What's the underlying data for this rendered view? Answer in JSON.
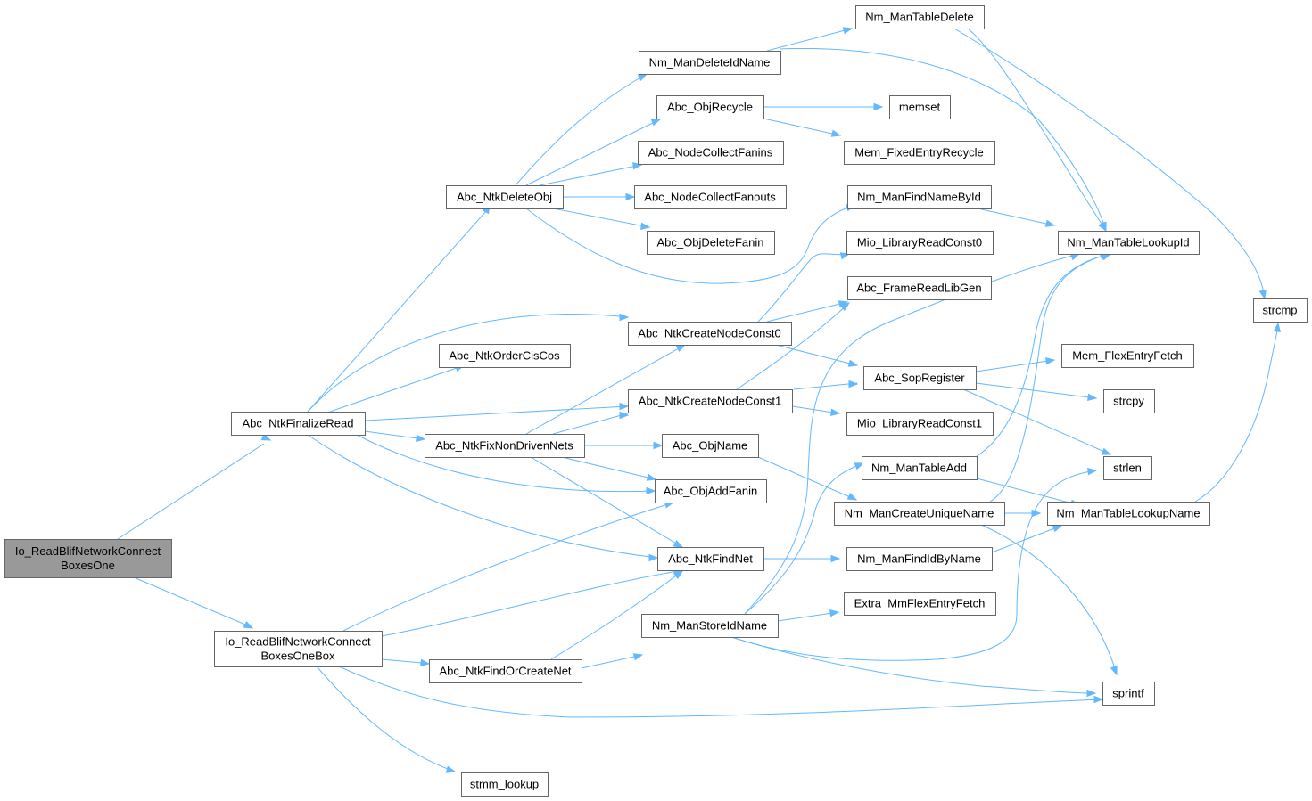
{
  "diagram": {
    "colors": {
      "edge": "#63b8ff",
      "node_border": "#666666",
      "root_fill": "#999999",
      "node_fill": "#ffffff"
    },
    "nodes": {
      "root": [
        "Io_ReadBlifNetworkConnect",
        "BoxesOne"
      ],
      "finalize": [
        "Abc_NtkFinalizeRead"
      ],
      "onebox": [
        "Io_ReadBlifNetworkConnect",
        "BoxesOneBox"
      ],
      "deleteobj": [
        "Abc_NtkDeleteObj"
      ],
      "ordercis": [
        "Abc_NtkOrderCisCos"
      ],
      "fixnon": [
        "Abc_NtkFixNonDrivenNets"
      ],
      "findcreate": [
        "Abc_NtkFindOrCreateNet"
      ],
      "stmm": [
        "stmm_lookup"
      ],
      "mandelid": [
        "Nm_ManDeleteIdName"
      ],
      "objrecycle": [
        "Abc_ObjRecycle"
      ],
      "collectfanins": [
        "Abc_NodeCollectFanins"
      ],
      "collectfanouts": [
        "Abc_NodeCollectFanouts"
      ],
      "objdelfanin": [
        "Abc_ObjDeleteFanin"
      ],
      "createc0": [
        "Abc_NtkCreateNodeConst0"
      ],
      "createc1": [
        "Abc_NtkCreateNodeConst1"
      ],
      "objname": [
        "Abc_ObjName"
      ],
      "addfanin": [
        "Abc_ObjAddFanin"
      ],
      "findnet": [
        "Abc_NtkFindNet"
      ],
      "storeid": [
        "Nm_ManStoreIdName"
      ],
      "tabledelete": [
        "Nm_ManTableDelete"
      ],
      "memset": [
        "memset"
      ],
      "fixedrecycle": [
        "Mem_FixedEntryRecycle"
      ],
      "findnamebyid": [
        "Nm_ManFindNameById"
      ],
      "readconst0": [
        "Mio_LibraryReadConst0"
      ],
      "framelib": [
        "Abc_FrameReadLibGen"
      ],
      "sopreg": [
        "Abc_SopRegister"
      ],
      "readconst1": [
        "Mio_LibraryReadConst1"
      ],
      "tableadd": [
        "Nm_ManTableAdd"
      ],
      "createunique": [
        "Nm_ManCreateUniqueName"
      ],
      "findidbyname": [
        "Nm_ManFindIdByName"
      ],
      "mmflex": [
        "Extra_MmFlexEntryFetch"
      ],
      "lookupid": [
        "Nm_ManTableLookupId"
      ],
      "flexfetch": [
        "Mem_FlexEntryFetch"
      ],
      "strcpy": [
        "strcpy"
      ],
      "strlen": [
        "strlen"
      ],
      "lookupname": [
        "Nm_ManTableLookupName"
      ],
      "sprintf": [
        "sprintf"
      ],
      "strcmp": [
        "strcmp"
      ]
    }
  }
}
